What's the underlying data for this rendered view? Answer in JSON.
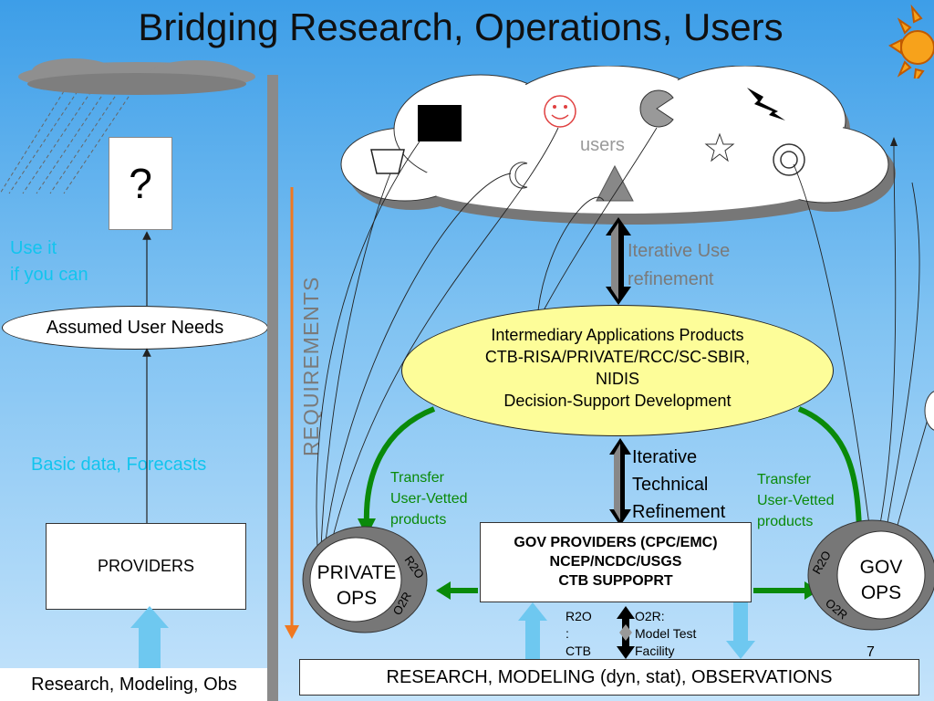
{
  "title": "Bridging Research, Operations, Users",
  "left": {
    "question": "?",
    "use_it": [
      "Use it",
      "if you can"
    ],
    "assumed_needs": "Assumed User Needs",
    "basic_data": "Basic data, Forecasts",
    "providers": "PROVIDERS",
    "bottom": "Research, Modeling, Obs"
  },
  "requirements": "REQUIREMENTS",
  "cloud": {
    "users": "users"
  },
  "iterative_use": [
    "Iterative Use",
    "refinement"
  ],
  "intermediary": [
    "Intermediary Applications Products",
    "CTB-RISA/PRIVATE/RCC/SC-SBIR,",
    "NIDIS",
    "Decision-Support Development"
  ],
  "iterative_technical": [
    "Iterative",
    "Technical",
    "Refinement"
  ],
  "transfer_left": [
    "Transfer",
    "User-Vetted",
    "products"
  ],
  "transfer_right": [
    "Transfer",
    "User-Vetted",
    "products"
  ],
  "gov_providers": [
    "GOV PROVIDERS (CPC/EMC)",
    "NCEP/NCDC/USGS",
    "CTB SUPPOPRT"
  ],
  "private_ops": {
    "label": [
      "PRIVATE",
      "OPS"
    ],
    "r2o": "R2O",
    "o2r": "O2R"
  },
  "gov_ops": {
    "label": [
      "GOV",
      "OPS"
    ],
    "r2o": "R2O",
    "o2r": "O2R"
  },
  "r2o_ctb": [
    "R2O",
    ":",
    "CTB"
  ],
  "o2r_facility": [
    "O2R:",
    "Model Test",
    "Facility"
  ],
  "page_number": "7",
  "research_bar": "RESEARCH, MODELING (dyn, stat), OBSERVATIONS",
  "colors": {
    "cyan_text": "#12c4ee",
    "green": "#0a8a0a",
    "orange": "#f07820",
    "yellow_ellipse": "#fdfd99",
    "light_blue_arrow": "#6ec8f0"
  }
}
